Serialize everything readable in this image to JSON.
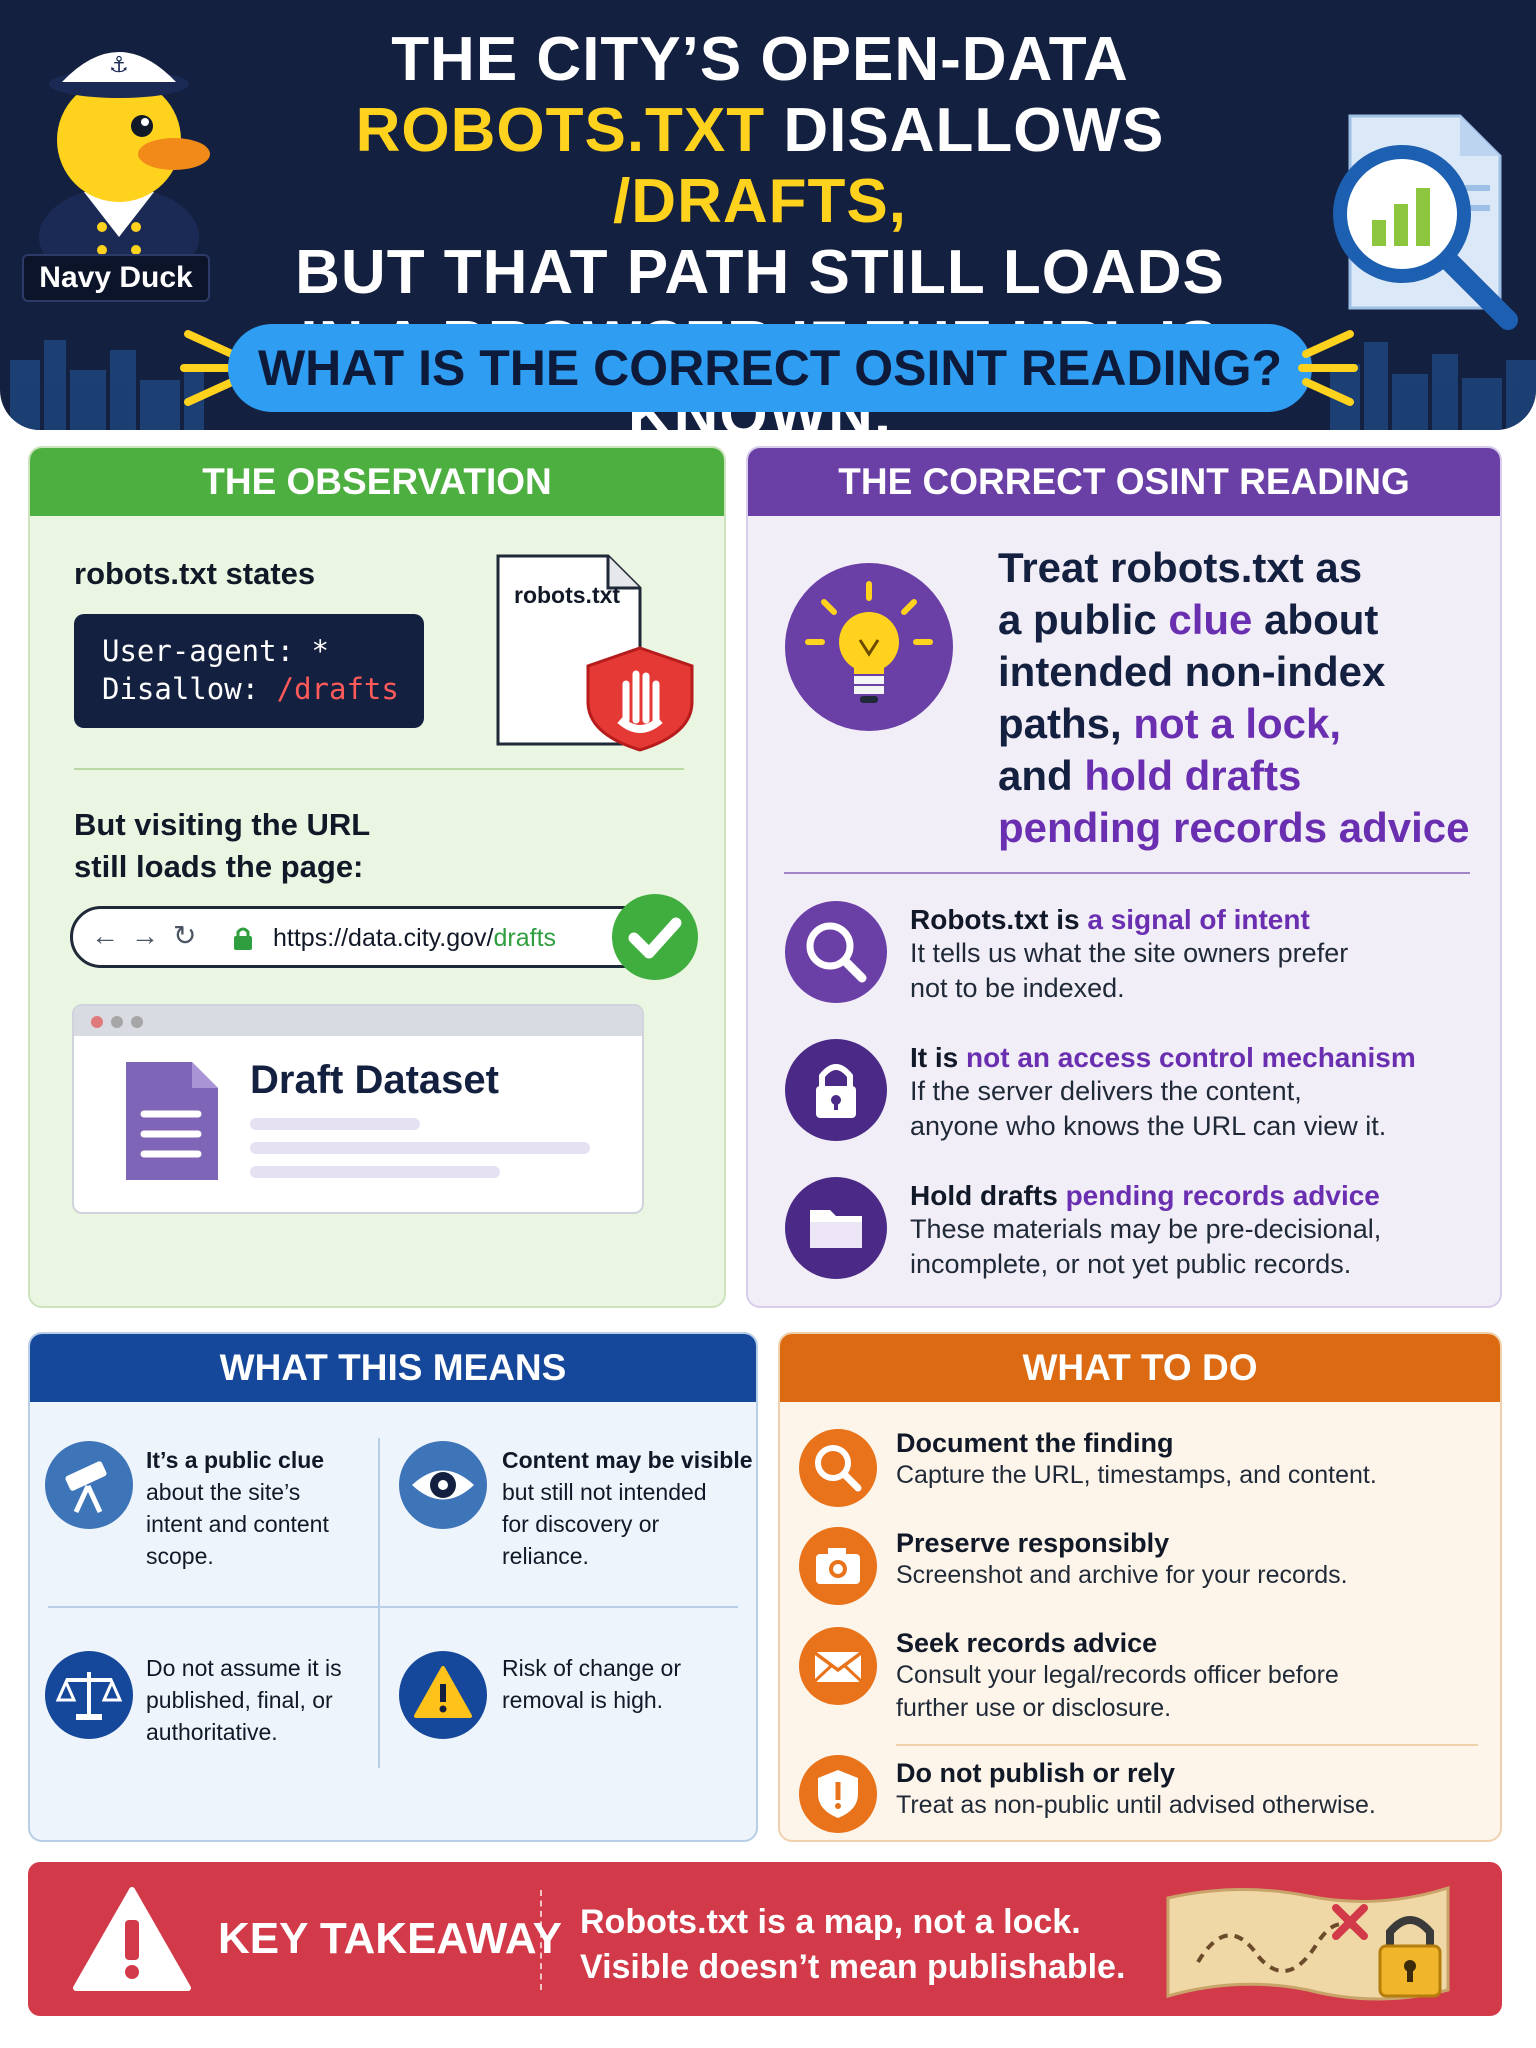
{
  "header": {
    "mascot_label": "Navy Duck",
    "headline_line1": "THE CITY’S OPEN-DATA",
    "headline_line2_yellow_a": "ROBOTS.TXT",
    "headline_line2_white": " DISALLOWS ",
    "headline_line2_yellow_b": "/DRAFTS,",
    "headline_line3": "BUT THAT PATH STILL LOADS",
    "headline_line4": "IN A BROWSER IF THE URL IS KNOWN.",
    "question": "WHAT IS THE CORRECT OSINT READING?"
  },
  "observation": {
    "title": "THE OBSERVATION",
    "states_label": "robots.txt states",
    "code_line1": "User-agent: *",
    "code_line2_prefix": "Disallow: ",
    "code_line2_path": "/drafts",
    "file_label": "robots.txt",
    "visit_line1": "But visiting the URL",
    "visit_line2": "still loads the page:",
    "url_prefix": "https://data.city.gov/",
    "url_path": "drafts",
    "draft_title": "Draft Dataset"
  },
  "reading": {
    "title": "THE CORRECT OSINT READING",
    "main_l1": "Treat robots.txt as",
    "main_l2a": "a public ",
    "main_l2b": "clue",
    "main_l2c": " about",
    "main_l3": "intended non-index",
    "main_l4a": "paths, ",
    "main_l4b": "not a lock,",
    "main_l5a": "and ",
    "main_l5b": "hold drafts",
    "main_l6": "pending records advice",
    "items": [
      {
        "head_a": "Robots.txt is ",
        "head_b": "a signal of intent",
        "line1": "It tells us what the site owners prefer",
        "line2": "not to be indexed."
      },
      {
        "head_a": "It is ",
        "head_b": "not an access control mechanism",
        "line1": "If the server delivers the content,",
        "line2": "anyone who knows the URL can view it."
      },
      {
        "head_a": "Hold drafts ",
        "head_b": "pending records advice",
        "line1": "These materials may be pre-decisional,",
        "line2": "incomplete, or not yet public records."
      }
    ]
  },
  "means": {
    "title": "WHAT THIS MEANS",
    "cells": [
      {
        "bold": "It’s a public clue",
        "l2": "about the site’s",
        "l3": "intent and content",
        "l4": "scope."
      },
      {
        "bold": "Content may be visible",
        "l2": "but still not intended",
        "l3": "for discovery or",
        "l4": "reliance."
      },
      {
        "bold": "",
        "l1": "Do not assume it is",
        "l2": "published, final, or",
        "l3": "authoritative.",
        "l4": ""
      },
      {
        "bold": "",
        "l1": "Risk of change or",
        "l2": "removal is high.",
        "l3": "",
        "l4": ""
      }
    ]
  },
  "todo": {
    "title": "WHAT TO DO",
    "items": [
      {
        "head": "Document the finding",
        "line1": "Capture the URL, timestamps, and content.",
        "line2": ""
      },
      {
        "head": "Preserve responsibly",
        "line1": "Screenshot and archive for your records.",
        "line2": ""
      },
      {
        "head": "Seek records advice",
        "line1": "Consult your legal/records officer before",
        "line2": "further use or disclosure."
      },
      {
        "head": "Do not publish or rely",
        "line1": "Treat as non-public until advised otherwise.",
        "line2": ""
      }
    ]
  },
  "takeaway": {
    "label": "KEY TAKEAWAY",
    "line1": "Robots.txt is a map, not a lock.",
    "line2": "Visible doesn’t mean publishable."
  },
  "colors": {
    "navy": "#14203f",
    "yellow": "#ffd21e",
    "green": "#4caf3f",
    "purple": "#6a3fa6",
    "blue": "#15479a",
    "orange": "#db6a12",
    "red": "#d23a49"
  }
}
